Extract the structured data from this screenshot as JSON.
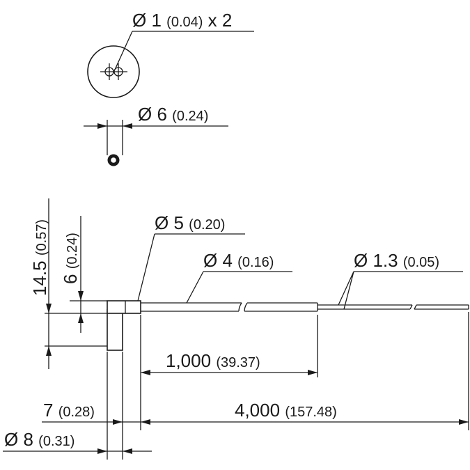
{
  "dims": {
    "hole_dia": {
      "main": "Ø 1",
      "paren": "(0.04)",
      "suffix": "x 2"
    },
    "end_dia": {
      "main": "Ø 6",
      "paren": "(0.24)"
    },
    "elbow_dia": {
      "main": "Ø 5",
      "paren": "(0.20)"
    },
    "sleeve_dia": {
      "main": "Ø 4",
      "paren": "(0.16)"
    },
    "fiber_dia": {
      "main": "Ø 1.3",
      "paren": "(0.05)"
    },
    "height_total": {
      "main": "14.5",
      "paren": "(0.57)"
    },
    "height_head": {
      "main": "6",
      "paren": "(0.24)"
    },
    "len_sleeve": {
      "main": "1,000",
      "paren": "(39.37)"
    },
    "len_total": {
      "main": "4,000",
      "paren": "(157.48)"
    },
    "width_head": {
      "main": "7",
      "paren": "(0.28)"
    },
    "width_body": {
      "main": "Ø 8",
      "paren": "(0.31)"
    }
  }
}
